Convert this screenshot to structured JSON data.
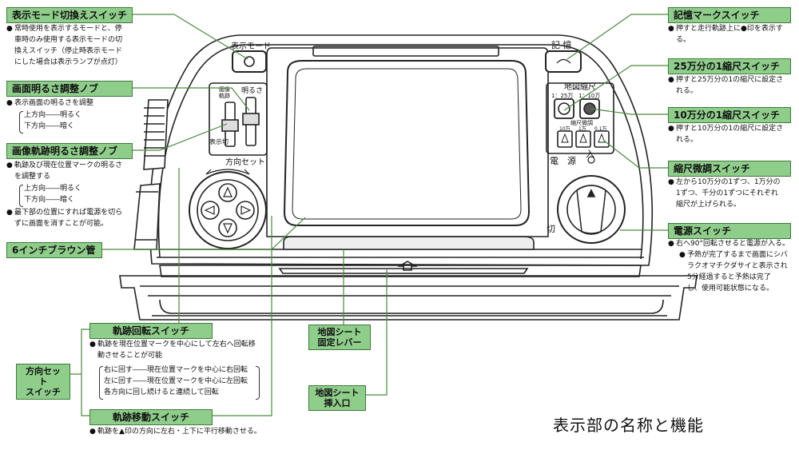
{
  "caption": "表示部の名称と機能",
  "left_labels": {
    "display_mode_switch": {
      "title": "表示モード切換えスイッチ",
      "lines": [
        "常時使用を表示するモードと、停",
        "車時のみ使用する表示モードの切",
        "換えスイッチ（停止時表示モード",
        "にした場合は表示ランプが点灯）"
      ]
    },
    "brightness_knob": {
      "title": "画面明るさ調整ノブ",
      "lines": [
        "表示画面の明るさを調整"
      ],
      "paren": [
        "上方向――明るく",
        "下方向――暗く"
      ]
    },
    "track_brightness_knob": {
      "title": "画像軌跡明るさ調整ノブ",
      "lines": [
        "軌跡及び現在位置マークの明るさ",
        "を調整する"
      ],
      "paren": [
        "上方向――明るく",
        "下方向――暗く"
      ],
      "lines2": [
        "最下部の位置にすれば電源を切ら",
        "ずに画面を消すことが可能。"
      ]
    },
    "crt": {
      "title": "6インチブラウン管"
    }
  },
  "right_labels": {
    "memory_mark_switch": {
      "title": "記憶マークスイッチ",
      "lines": [
        "押すと走行軌跡上に●印を表示す",
        "る。"
      ]
    },
    "scale_25": {
      "title": "25万分の1縮尺スイッチ",
      "lines": [
        "押すと25万分の1の縮尺に設定さ",
        "れる。"
      ]
    },
    "scale_10": {
      "title": "10万分の1縮尺スイッチ",
      "lines": [
        "押すと10万分の1の縮尺に設定さ",
        "れる。"
      ]
    },
    "fine_scale": {
      "title": "縮尺微調スイッチ",
      "lines": [
        "左から10万分の1ずつ、1万分の",
        "1ずつ、千分の1ずつにそれぞれ",
        "縮尺が上げられる。"
      ]
    },
    "power_switch": {
      "title": "電源スイッチ",
      "lines": [
        "右へ90°回転させると電源が入る。",
        "予熱が完了するまで画面にシバ",
        "ラクオマチクダサイと表示され",
        "5分経過すると予熱は完了",
        "し、使用可能状態になる。"
      ]
    }
  },
  "bottom_labels": {
    "direction_set": {
      "title_lines": [
        "方向セット",
        "スイッチ"
      ]
    },
    "track_rotate": {
      "title": "軌跡回転スイッチ",
      "lines": [
        "軌跡を現在位置マークを中心にして左右へ回転移",
        "動させることが可能"
      ],
      "paren": [
        "右に回す――現在位置マークを中心に右回転",
        "左に回す――現在位置マークを中心に左回転",
        "各方向に回し続けると連続して回転"
      ]
    },
    "track_move": {
      "title": "軌跡移動スイッチ",
      "lines": [
        "軌跡を▲印の方向に左右・上下に平行移動させる。"
      ]
    },
    "map_lever": {
      "title_lines": [
        "地図シート",
        "固定レバー"
      ]
    },
    "map_slot": {
      "title_lines": [
        "地図シート",
        "挿入口"
      ]
    }
  },
  "device": {
    "display_mode": "表示モード",
    "memory": "記 憶",
    "screen_off": "表示切",
    "image": "画像",
    "track": "軌跡",
    "brightness": "明るさ",
    "direction_set": "方向セット",
    "map_scale": "地図縮尺",
    "scale_25": "1：25万",
    "scale_10": "1：10万",
    "fine_scale": "縮尺微調",
    "fine_10": "10万",
    "fine_1": "1万",
    "fine_01": "0.1万",
    "power": "電　源",
    "power_on": "入",
    "power_off": "切"
  }
}
